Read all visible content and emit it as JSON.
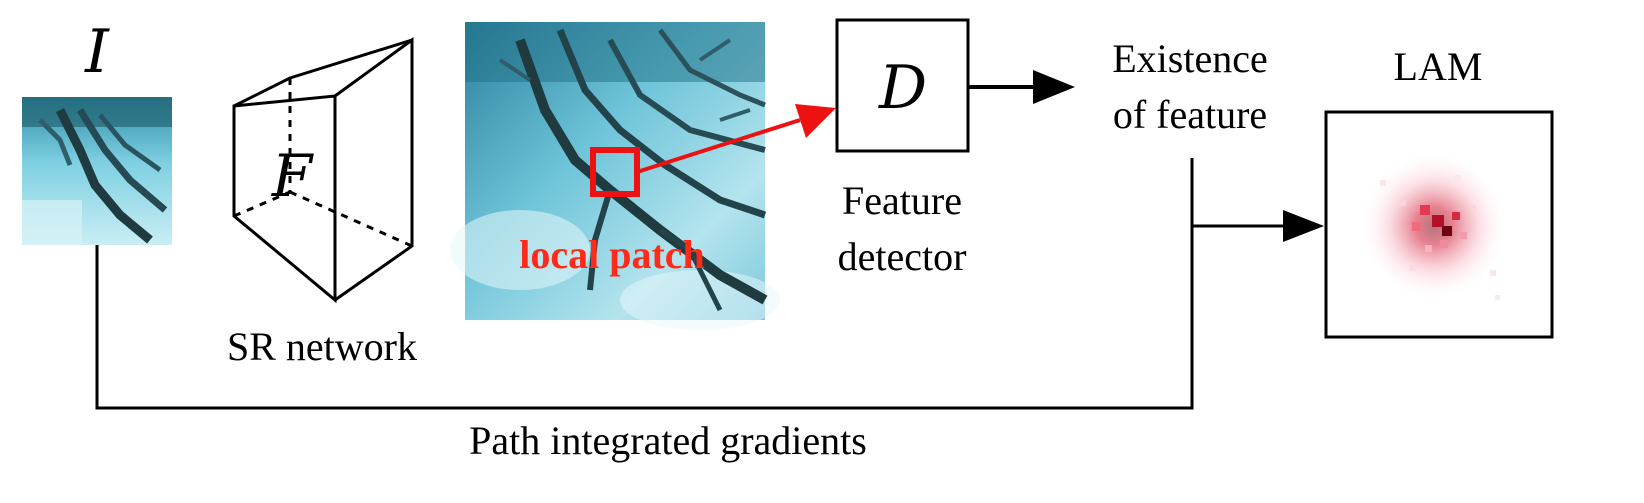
{
  "input": {
    "symbol": "I"
  },
  "network": {
    "symbol": "F",
    "label": "SR network"
  },
  "sr_image": {
    "patch_label": "local patch",
    "patch_color": "#ff2a1a"
  },
  "detector": {
    "symbol": "D",
    "label_line1": "Feature",
    "label_line2": "detector"
  },
  "existence": {
    "line1": "Existence",
    "line2": "of feature"
  },
  "lam": {
    "title": "LAM",
    "heat_color": "#c8102e"
  },
  "path": {
    "label": "Path integrated gradients"
  },
  "colors": {
    "arrow_red": "#ee1111",
    "line": "#000000",
    "sky": "#6cc3d8",
    "branch": "#1f3b40"
  }
}
